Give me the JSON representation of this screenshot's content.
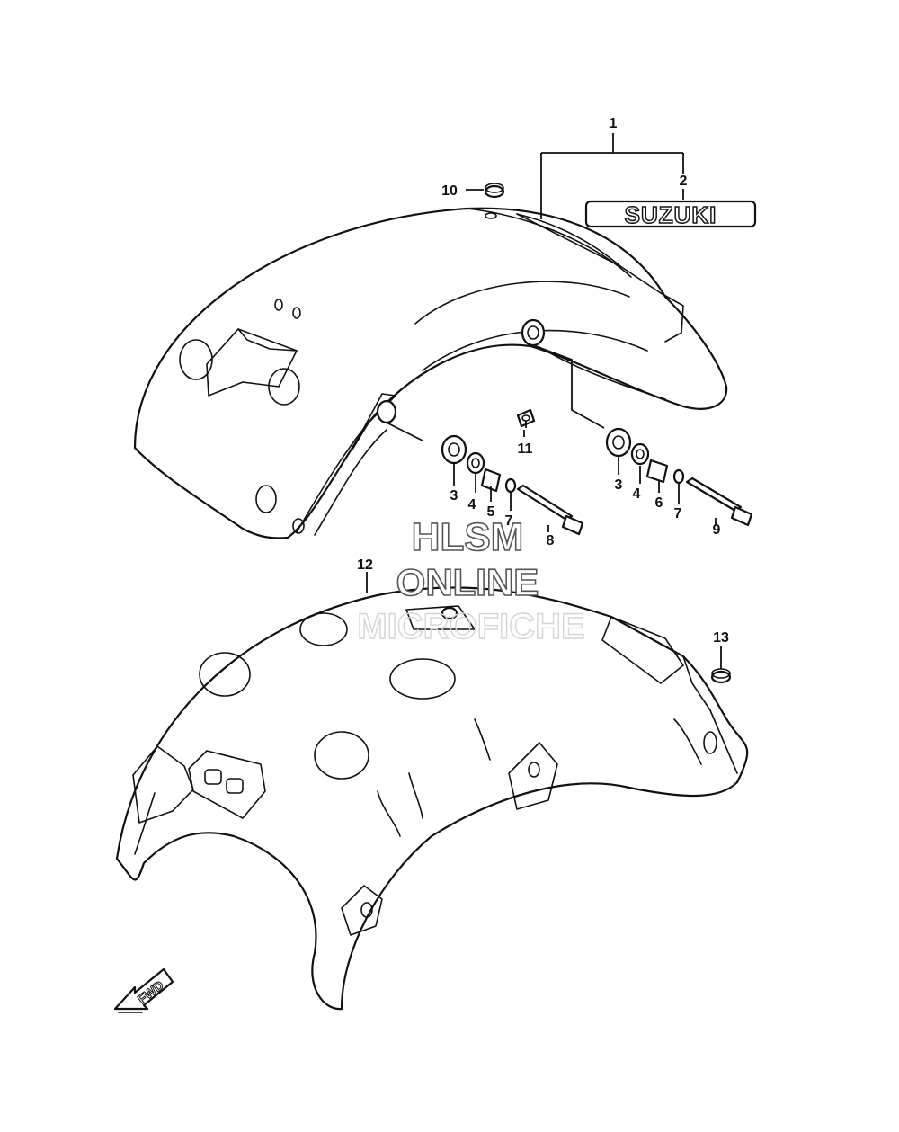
{
  "callouts": {
    "c1": "1",
    "c2": "2",
    "c3a": "3",
    "c3b": "3",
    "c4a": "4",
    "c4b": "4",
    "c5": "5",
    "c6": "6",
    "c7a": "7",
    "c7b": "7",
    "c8": "8",
    "c9": "9",
    "c10": "10",
    "c11": "11",
    "c12": "12",
    "c13": "13"
  },
  "emblem": {
    "text": "SUZUKI"
  },
  "direction": {
    "text": "FWD"
  },
  "watermark": {
    "line1": "HLSM",
    "line2": "ONLINE",
    "line3": "MICROFICHE"
  },
  "colors": {
    "ink": "#111111",
    "background": "#ffffff"
  }
}
